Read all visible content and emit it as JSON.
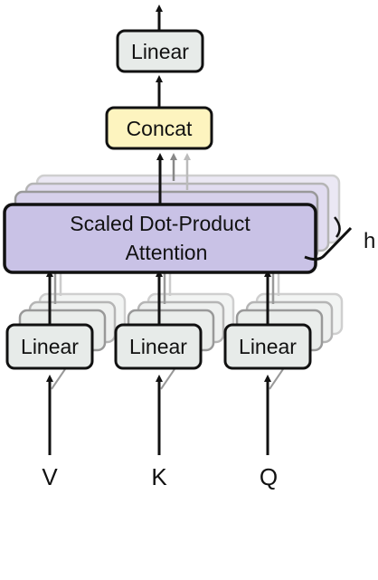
{
  "diagram": {
    "output_linear": "Linear",
    "concat": "Concat",
    "attention_line1": "Scaled Dot-Product",
    "attention_line2": "Attention",
    "heads_label": "h",
    "linear_v": "Linear",
    "linear_k": "Linear",
    "linear_q": "Linear",
    "input_v": "V",
    "input_k": "K",
    "input_q": "Q"
  },
  "colors": {
    "attention_fill": "#c9c2e6",
    "concat_fill": "#fdf4bf",
    "linear_fill": "#e7ebe9",
    "stroke": "#111111"
  }
}
